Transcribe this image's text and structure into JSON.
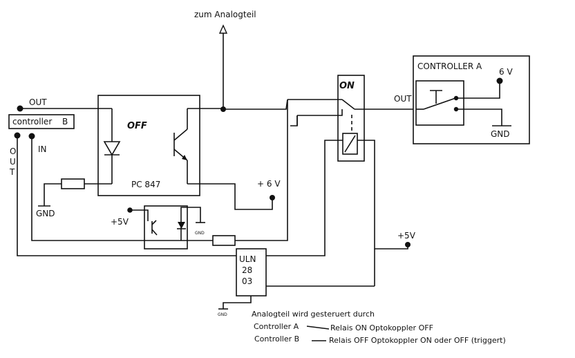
{
  "labels": {
    "analog_top": "zum Analogteil",
    "controller_b": "controller",
    "controller_b_suffix": "B",
    "out_top": "OUT",
    "out_vertical": [
      "O",
      "U",
      "T"
    ],
    "in": "IN",
    "gnd_left": "GND",
    "off": "OFF",
    "pc847": "PC 847",
    "plus6v_mid": "+ 6  V",
    "plus5v_left": "+5V",
    "gnd_small_opto": "GND",
    "on": "ON",
    "controller_a": "CONTROLLER A",
    "out_a": "OUT",
    "six_v": "6 V",
    "gnd_a": "GND",
    "plus5v_right": "+5V",
    "uln_lines": [
      "ULN",
      "28",
      "03"
    ],
    "gnd_small_uln": "GND"
  },
  "caption": {
    "line1": "Analogteil wird gesteruert durch",
    "line2_left": "Controller A",
    "line2_right": "Relais ON Optokoppler OFF",
    "line3_left": "Controller B",
    "line3_right": "Relais OFF Optokoppler ON oder OFF (triggert)"
  }
}
